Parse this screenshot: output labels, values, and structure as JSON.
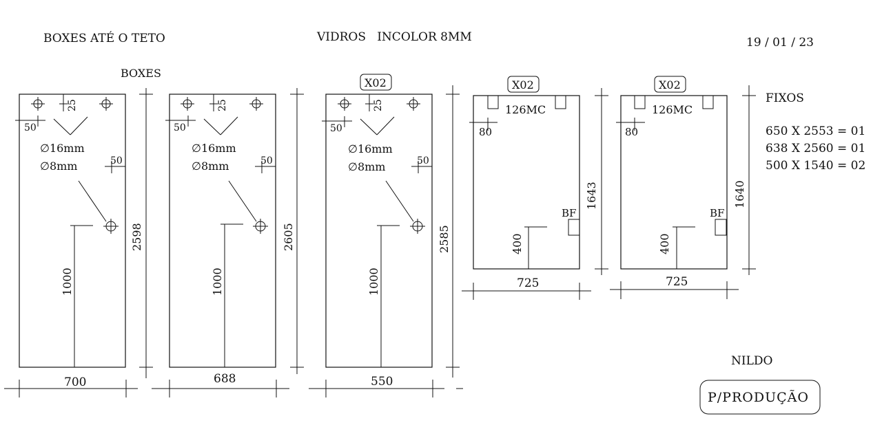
{
  "header": {
    "left_title": "BOXES ATÉ O TETO",
    "center_title": "VIDROS   INCOLOR 8MM",
    "date": "19 / 01 / 23"
  },
  "boxes_label": "BOXES",
  "boxes": [
    {
      "width": "700",
      "height": "2598",
      "hole_offset": "25",
      "edge_left": "50",
      "edge_right": "50",
      "hole_large": "∅16mm",
      "hole_small": "∅8mm",
      "hole_height": "1000",
      "tag": ""
    },
    {
      "width": "688",
      "height": "2605",
      "hole_offset": "25",
      "edge_left": "50",
      "edge_right": "50",
      "hole_large": "∅16mm",
      "hole_small": "∅8mm",
      "hole_height": "1000",
      "tag": ""
    },
    {
      "width": "550",
      "height": "2585",
      "hole_offset": "25",
      "edge_left": "50",
      "edge_right": "50",
      "hole_large": "∅16mm",
      "hole_small": "∅8mm",
      "hole_height": "1000",
      "tag": "X02"
    }
  ],
  "fixed_panels": [
    {
      "tag": "X02",
      "notch_label": "126MC",
      "edge": "80",
      "width": "725",
      "height": "1643",
      "bf": "BF",
      "bf_height": "400"
    },
    {
      "tag": "X02",
      "notch_label": "126MC",
      "edge": "80",
      "width": "725",
      "height": "1640",
      "bf": "BF",
      "bf_height": "400"
    }
  ],
  "fixos": {
    "title": "FIXOS",
    "lines": [
      "650 X 2553 = 01",
      "638 X 2560 = 01",
      "500 X 1540 = 02"
    ]
  },
  "signature": {
    "name": "NILDO",
    "stamp": "P/PRODUÇÃO"
  }
}
